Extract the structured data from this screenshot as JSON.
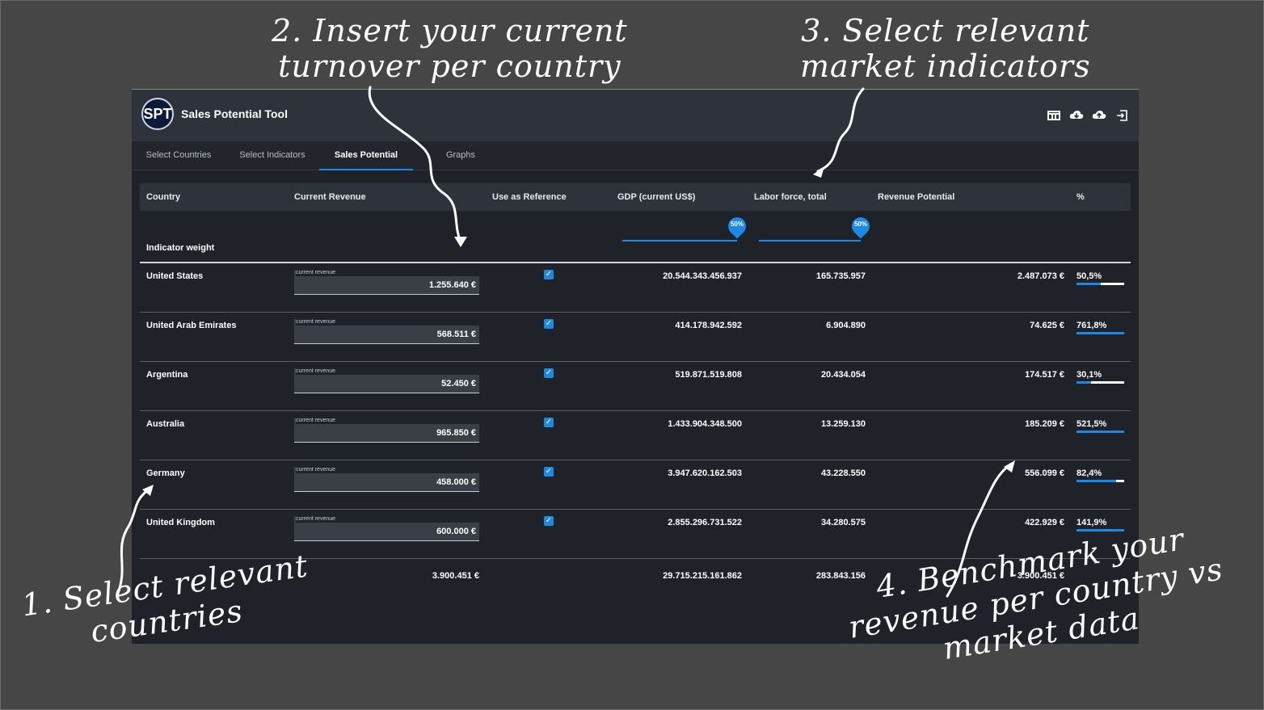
{
  "callouts": {
    "step1": [
      "1. Select relevant",
      "countries"
    ],
    "step2": [
      "2. Insert your current",
      "turnover per country"
    ],
    "step3": [
      "3. Select relevant",
      "market indicators"
    ],
    "step4": [
      "4. Benchmark your",
      "revenue per country vs",
      "market data"
    ]
  },
  "app": {
    "logo": "SPT",
    "title": "Sales Potential Tool",
    "header_icons": [
      "table-icon",
      "cloud-download-icon",
      "cloud-upload-icon",
      "logout-icon"
    ]
  },
  "tabs": [
    "Select Countries",
    "Select Indicators",
    "Sales Potential",
    "Graphs"
  ],
  "active_tab": "Sales Potential",
  "table": {
    "headers": [
      "Country",
      "Current Revenue",
      "Use as Reference",
      "GDP (current US$)",
      "Labor force, total",
      "Revenue Potential",
      "%"
    ],
    "indicator_weight_label": "Indicator weight",
    "weights": [
      "50%",
      "50%"
    ],
    "input_label": "current revenue",
    "rows": [
      {
        "country": "United States",
        "revenue": "1.255.640 €",
        "gdp": "20.544.343.456.937",
        "labor": "165.735.957",
        "potential": "2.487.073 €",
        "pct": "50,5%",
        "pct_fill": 0.505
      },
      {
        "country": "United Arab Emirates",
        "revenue": "568.511 €",
        "gdp": "414.178.942.592",
        "labor": "6.904.890",
        "potential": "74.625 €",
        "pct": "761,8%",
        "pct_fill": 1.0
      },
      {
        "country": "Argentina",
        "revenue": "52.450 €",
        "gdp": "519.871.519.808",
        "labor": "20.434.054",
        "potential": "174.517 €",
        "pct": "30,1%",
        "pct_fill": 0.301
      },
      {
        "country": "Australia",
        "revenue": "965.850 €",
        "gdp": "1.433.904.348.500",
        "labor": "13.259.130",
        "potential": "185.209 €",
        "pct": "521,5%",
        "pct_fill": 1.0
      },
      {
        "country": "Germany",
        "revenue": "458.000 €",
        "gdp": "3.947.620.162.503",
        "labor": "43.228.550",
        "potential": "556.099 €",
        "pct": "82,4%",
        "pct_fill": 0.824
      },
      {
        "country": "United Kingdom",
        "revenue": "600.000 €",
        "gdp": "2.855.296.731.522",
        "labor": "34.280.575",
        "potential": "422.929 €",
        "pct": "141,9%",
        "pct_fill": 1.0
      }
    ],
    "totals": {
      "revenue": "3.900.451 €",
      "gdp": "29.715.215.161.862",
      "labor": "283.843.156",
      "potential": "3.900.451 €"
    }
  },
  "colors": {
    "accent": "#1e88e5",
    "background": "#1f2228",
    "header": "#2e323a",
    "slide": "#464646"
  }
}
